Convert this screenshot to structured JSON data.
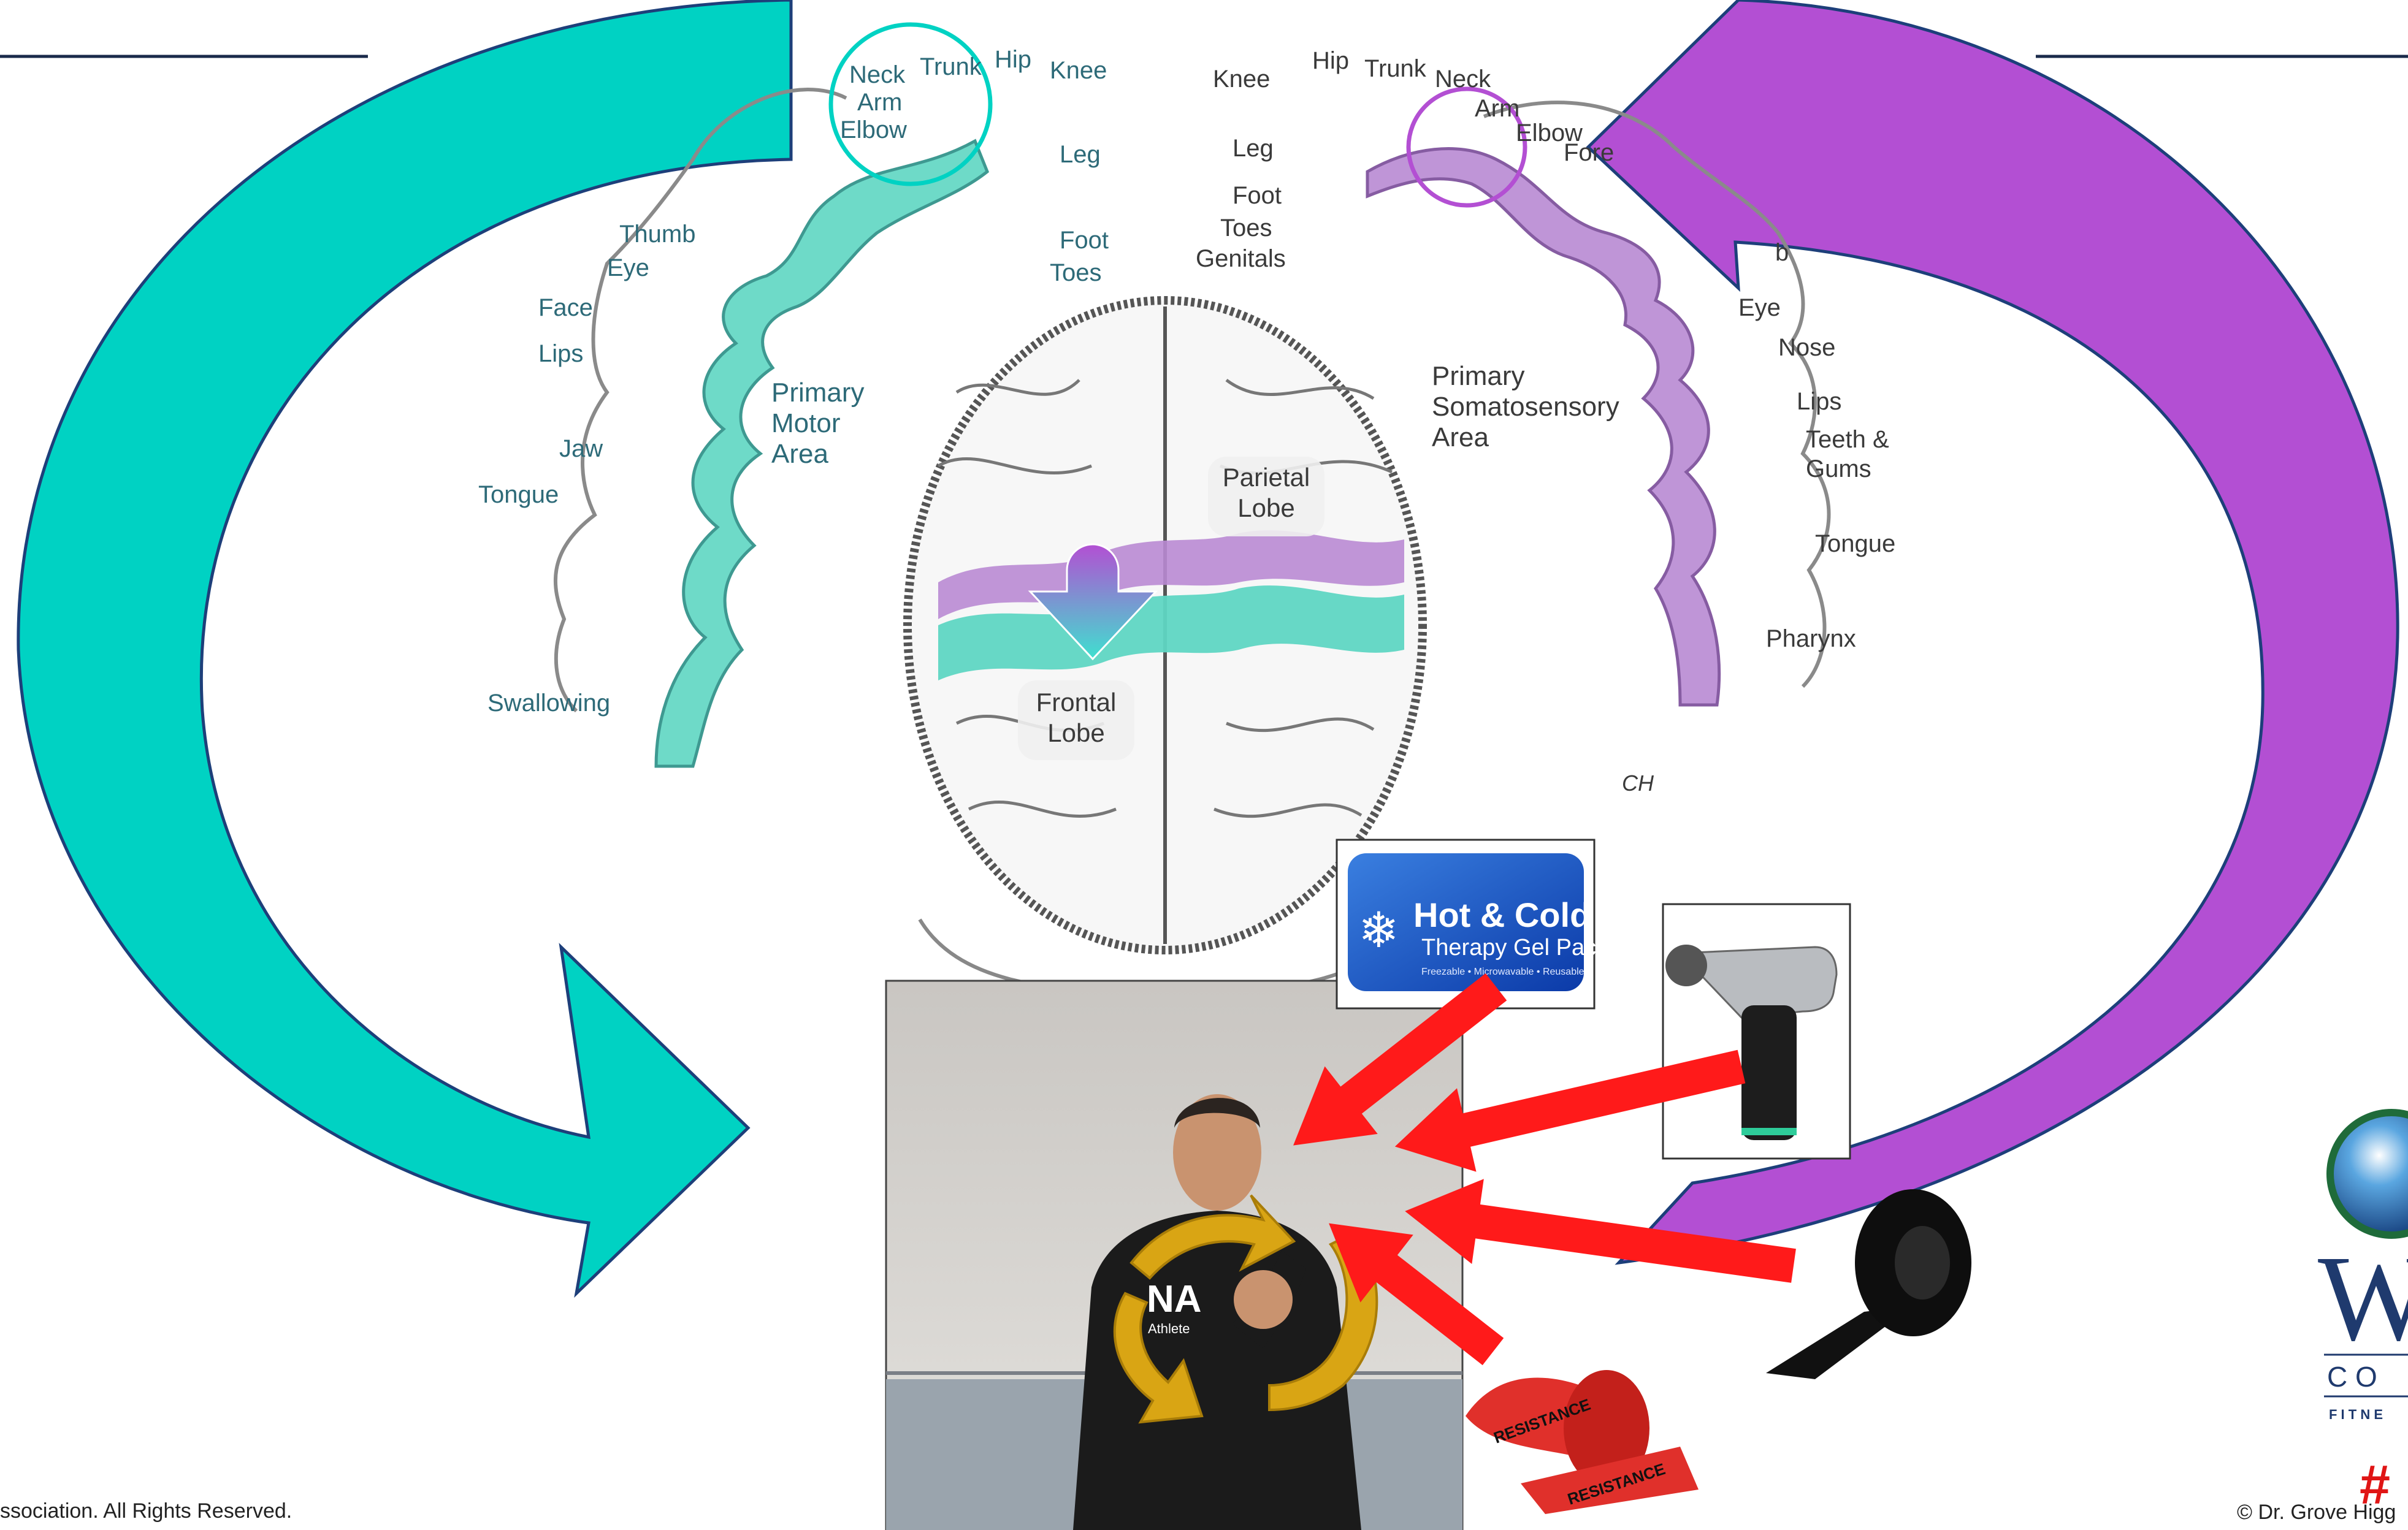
{
  "colors": {
    "teal": "#00d2c3",
    "purple": "#b34fd3",
    "red": "#ff1a1a",
    "gold": "#d9a514",
    "navy": "#1f3a6e",
    "motor_area": "#5fd6c3",
    "sensory_area": "#b98ad3"
  },
  "motor_homunculus": {
    "area_label_line1": "Primary",
    "area_label_line2": "Motor",
    "area_label_line3": "Area",
    "labels": {
      "neck": "Neck",
      "trunk": "Trunk",
      "hip": "Hip",
      "knee": "Knee",
      "arm": "Arm",
      "elbow": "Elbow",
      "leg": "Leg",
      "thumb": "Thumb",
      "foot": "Foot",
      "eye": "Eye",
      "toes": "Toes",
      "face": "Face",
      "lips": "Lips",
      "jaw": "Jaw",
      "tongue": "Tongue",
      "swallowing": "Swallowing"
    }
  },
  "sensory_homunculus": {
    "area_label_line1": "Primary",
    "area_label_line2": "Somatosensory",
    "area_label_line3": "Area",
    "labels": {
      "knee": "Knee",
      "hip": "Hip",
      "trunk": "Trunk",
      "neck": "Neck",
      "arm": "Arm",
      "elbow": "Elbow",
      "forearm_partial": "Fore",
      "leg": "Leg",
      "foot": "Foot",
      "toes": "Toes",
      "genitals": "Genitals",
      "thumb_partial": "b",
      "eye": "Eye",
      "nose": "Nose",
      "lips": "Lips",
      "teeth_line1": "Teeth &",
      "teeth_line2": "Gums",
      "tongue": "Tongue",
      "pharynx": "Pharynx"
    }
  },
  "brain": {
    "parietal_line1": "Parietal",
    "parietal_line2": "Lobe",
    "frontal_line1": "Frontal",
    "frontal_line2": "Lobe",
    "artist_initials": "CH"
  },
  "products": {
    "gel_pack_line1": "Hot & Cold",
    "gel_pack_line2": "Therapy Gel Pack",
    "gel_pack_line3": "Freezable • Microwavable • Reusable",
    "band_text": "RESISTANCE"
  },
  "photo": {
    "shirt_text": "NA",
    "shirt_subtext": "Athlete"
  },
  "logo": {
    "big_letter": "W",
    "sub_text": "C O",
    "tag_text": "F I T N E"
  },
  "footer": {
    "left_text": "ssociation. All Rights Reserved.",
    "right_hash": "#",
    "right_text": "© Dr. Grove Higg"
  }
}
